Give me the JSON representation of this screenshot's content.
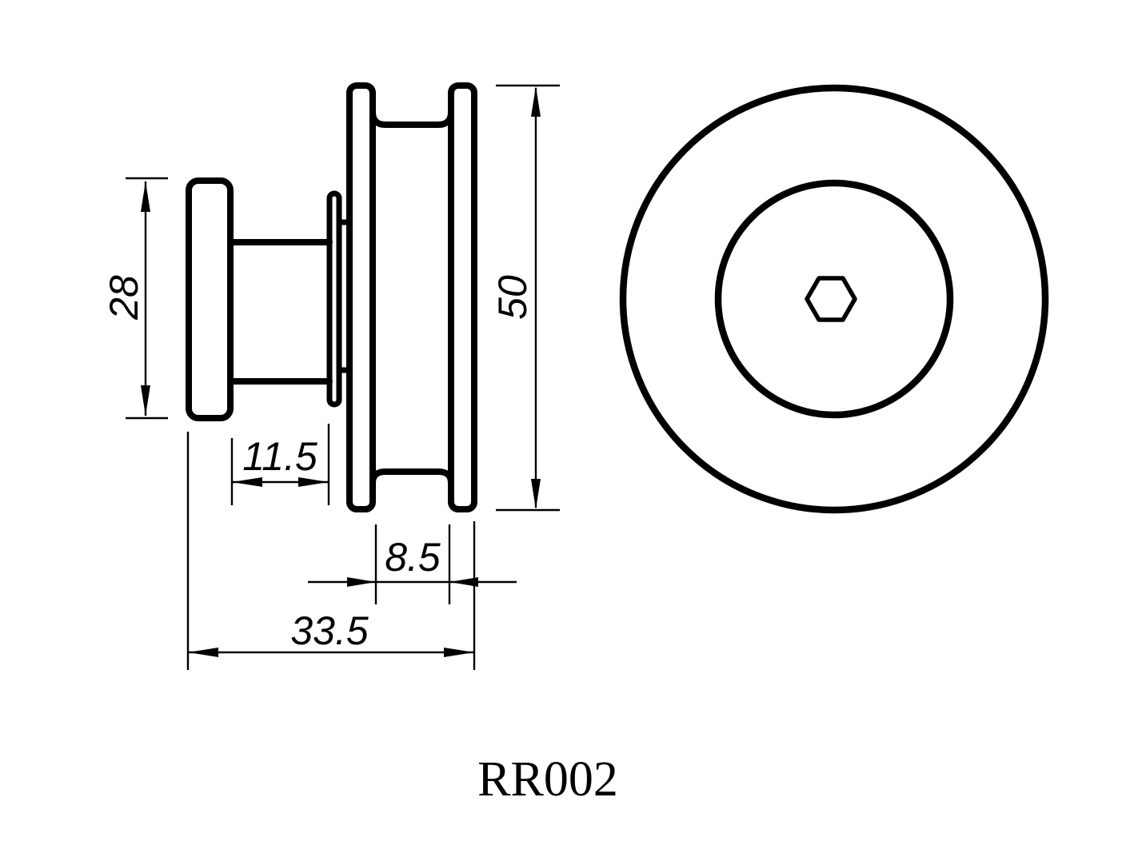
{
  "drawing": {
    "part_number": "RR002",
    "type": "technical-drawing",
    "views": {
      "side_view": "sectioned side profile of shower door roller",
      "front_view": "front face with concentric circles and hex socket"
    },
    "colors": {
      "line": "#000000",
      "background": "#ffffff"
    }
  },
  "dimensions": {
    "knob_height": "28",
    "wheel_diameter": "50",
    "stem_length": "11.5",
    "groove_width": "8.5",
    "total_depth": "33.5"
  }
}
